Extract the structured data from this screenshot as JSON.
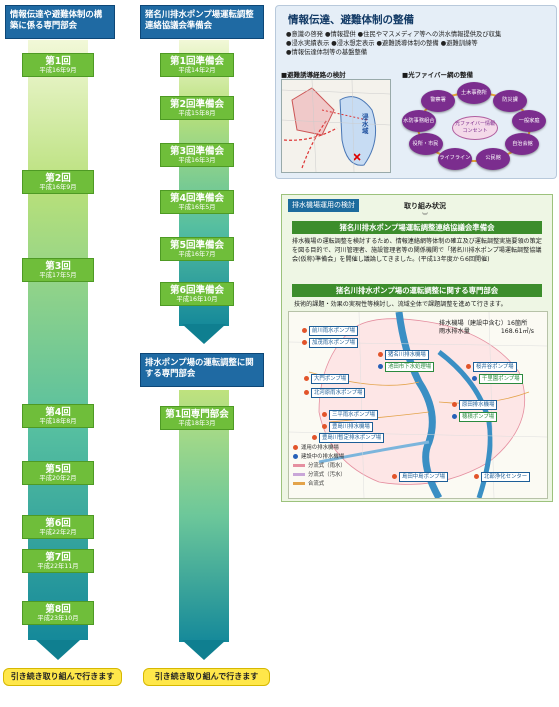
{
  "left_column": {
    "header": "情報伝達や避難体制の構築に係る専門部会",
    "meetings": [
      {
        "title": "第1回",
        "date": "平成16年9月"
      },
      {
        "title": "第2回",
        "date": "平成16年9月"
      },
      {
        "title": "第3回",
        "date": "平成17年5月"
      },
      {
        "title": "第4回",
        "date": "平成18年8月"
      },
      {
        "title": "第5回",
        "date": "平成20年2月"
      },
      {
        "title": "第6回",
        "date": "平成22年2月"
      },
      {
        "title": "第7回",
        "date": "平成22年11月"
      },
      {
        "title": "第8回",
        "date": "平成23年10月"
      }
    ],
    "footer": "引き続き取り組んで行きます"
  },
  "right_column": {
    "header": "猪名川排水ポンプ場運転調整連絡協議会準備会",
    "meetings": [
      {
        "title": "第1回準備会",
        "date": "平成14年2月"
      },
      {
        "title": "第2回準備会",
        "date": "平成15年8月"
      },
      {
        "title": "第3回準備会",
        "date": "平成16年3月"
      },
      {
        "title": "第4回準備会",
        "date": "平成16年5月"
      },
      {
        "title": "第5回準備会",
        "date": "平成16年7月"
      },
      {
        "title": "第6回準備会",
        "date": "平成16年10月"
      }
    ],
    "subheader": "排水ポンプ場の運転調整に関する専門部会",
    "sub_meetings": [
      {
        "title": "第1回専門部会",
        "date": "平成18年3月"
      }
    ],
    "footer": "引き続き取り組んで行きます"
  },
  "info_panel": {
    "title": "情報伝達、避難体制の整備",
    "bullets": [
      "●意識の啓発 ●情報提供 ●住民やマスメディア等への洪水情報提供及び収集",
      "●浸水実績表示 ●浸水想定表示 ●避難誘導体制の整備 ●避難訓練等",
      "●情報伝達体制等の基盤整備"
    ],
    "map_label": "■避難誘導経路の検討",
    "map_area_label": "浸水域",
    "network_label": "■光ファイバー網の整備",
    "network_center": "光ファイバー情報コンセント",
    "network_nodes": [
      "土木事務所",
      "防災課",
      "一般家庭",
      "自治会館",
      "公民館",
      "ライフライン",
      "役所・市民",
      "水防事務組合",
      "警察署"
    ]
  },
  "pump_panel": {
    "tag": "排水機場運用の検討",
    "status": "取り組み状況",
    "bar1": "猪名川排水ポンプ場運転調整連絡協議会準備会",
    "text1": "排水機場の運転調整を検討するため、情報連絡網等体制の確立及び運転調整実施要領の策定を図る目的で、河川管理者、施設管理者等の関係機関で「猪名川排水ポンプ場運転調整協議会(仮称)準備会」を開催し議論してきました。(平成13年度から6回開催)",
    "bar2": "猪名川排水ポンプ場の運転調整に関する専門部会",
    "text2": "技術的課題・効果の実現性等検討し、流域全体で課題調整を進めて行きます。",
    "map_note": "排水機場（建設中含む）16箇所\n雨水排水量　　　　　168.61㎥/s",
    "stations": [
      "前川雨水ポンプ場",
      "加茂雨水ポンプ場",
      "猪名川排水機場",
      "池田市下水処理場",
      "大門ポンプ場",
      "桜井谷ポンプ場",
      "北河原雨水ポンプ場",
      "千里園ポンプ場",
      "原田排水機場",
      "三平雨水ポンプ場",
      "豊島川排水機場",
      "穂積ポンプ場",
      "豊島川暫定排水ポンプ場",
      "島田中島ポンプ場",
      "北部浄化センター"
    ],
    "legend": [
      "運用の排水機場",
      "建設中の排水機場",
      "分流式（雨水）",
      "分流式（汚水）",
      "合流式"
    ]
  }
}
